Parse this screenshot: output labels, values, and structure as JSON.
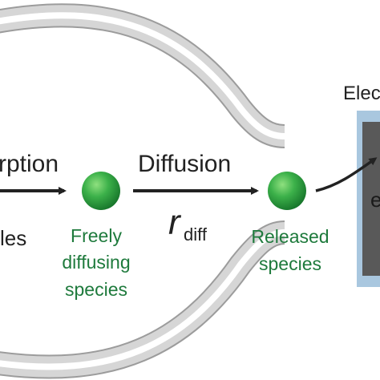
{
  "labels": {
    "desorption_partial": "rption",
    "diffusion": "Diffusion",
    "r_symbol": "r",
    "r_subscript": "diff",
    "left_species_partial": "les",
    "freely_line1": "Freely",
    "freely_line2": "diffusing",
    "freely_line3": "species",
    "released_line1": "Released",
    "released_line2": "species",
    "electrode_partial": "Elec",
    "electrode_inner_partial": "e"
  },
  "colors": {
    "species": "#2fa84a",
    "label_green": "#1e7a3c",
    "channel_wall": "#c9c9c9",
    "electrode_frame": "#a9c7df",
    "electrode_core": "#595959",
    "arrow": "#222222"
  }
}
